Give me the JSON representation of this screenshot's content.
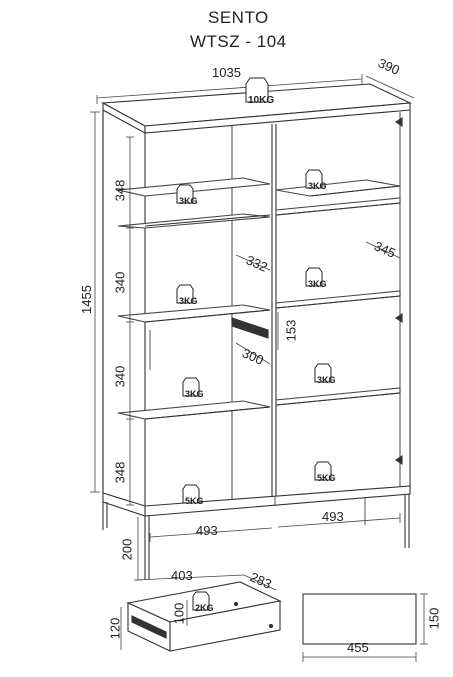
{
  "header": {
    "name": "SENTO",
    "code": "WTSZ - 104"
  },
  "cabinet": {
    "width": "1035",
    "depth": "390",
    "height": "1455",
    "top_load": "10KG",
    "shelf_heights": [
      "348",
      "340",
      "340",
      "348"
    ],
    "compartment_widths": [
      "493",
      "493"
    ],
    "leg_height": "200",
    "shelf_depth_left": "332",
    "shelf_depth_right": "345",
    "slot_height": "153",
    "slot_width": "300",
    "shelf_loads_left": [
      "3KG",
      "3KG",
      "3KG",
      "5KG"
    ],
    "shelf_loads_right": [
      "3KG",
      "3KG",
      "3KG",
      "5KG"
    ]
  },
  "drawer": {
    "width": "403",
    "depth": "283",
    "inner_height": "100",
    "outer_height": "120",
    "load": "2KG"
  },
  "front_panel": {
    "width": "455",
    "height": "150"
  }
}
